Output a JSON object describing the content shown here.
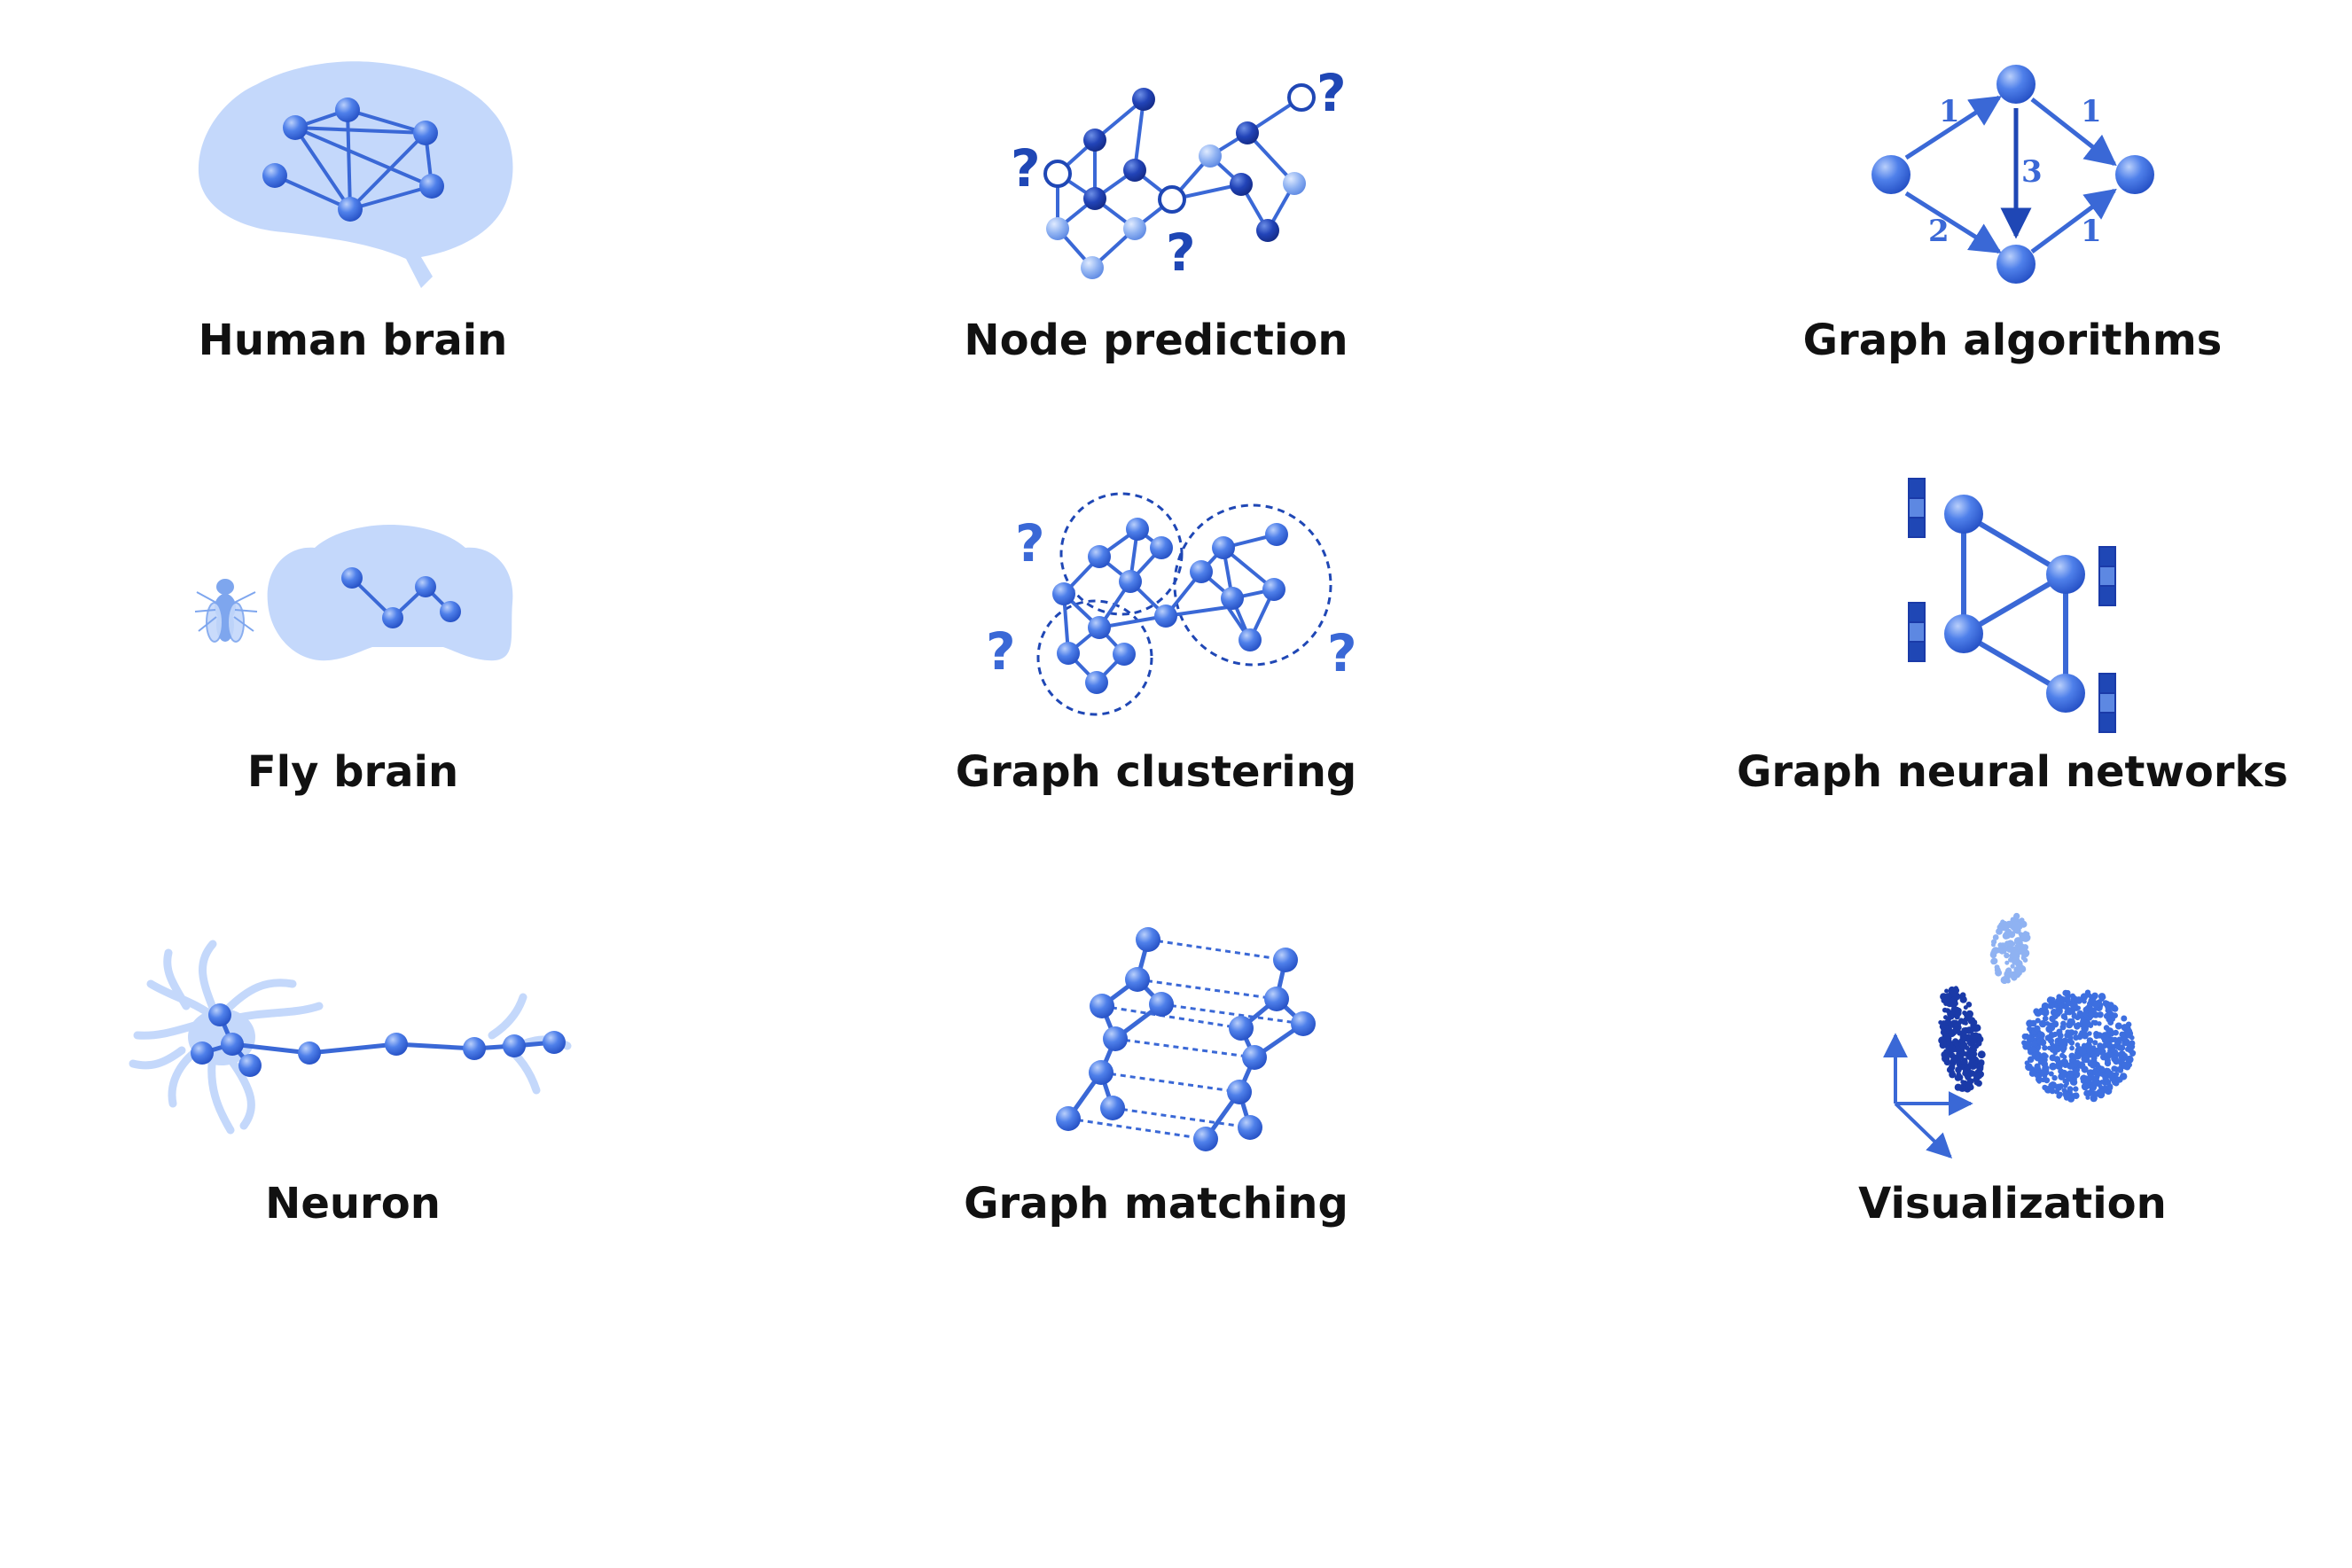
{
  "colors": {
    "node_main": "#3d6fe0",
    "node_dark": "#1a3aa8",
    "node_light": "#7ea6ee",
    "edge": "#3a68d6",
    "region_fill": "#c4d8fb",
    "dark_question": "#1f47b5",
    "caption_text": "#111111"
  },
  "panels": [
    {
      "id": "human-brain",
      "caption": "Human brain",
      "icon": "human-brain-icon"
    },
    {
      "id": "node-prediction",
      "caption": "Node prediction",
      "icon": "node-prediction-icon",
      "question_mark": "?"
    },
    {
      "id": "graph-algorithms",
      "caption": "Graph algorithms",
      "icon": "weighted-graph-icon",
      "edge_weights": [
        "1",
        "1",
        "3",
        "2",
        "1"
      ]
    },
    {
      "id": "fly-brain",
      "caption": "Fly brain",
      "icon": "fly-brain-icon"
    },
    {
      "id": "graph-clustering",
      "caption": "Graph clustering",
      "icon": "clustered-graph-icon",
      "question_mark": "?"
    },
    {
      "id": "graph-neural-networks",
      "caption": "Graph neural networks",
      "icon": "gnn-graph-icon"
    },
    {
      "id": "neuron",
      "caption": "Neuron",
      "icon": "neuron-icon"
    },
    {
      "id": "graph-matching",
      "caption": "Graph matching",
      "icon": "graph-matching-icon"
    },
    {
      "id": "visualization",
      "caption": "Visualization",
      "icon": "embedding-scatter-icon"
    }
  ]
}
